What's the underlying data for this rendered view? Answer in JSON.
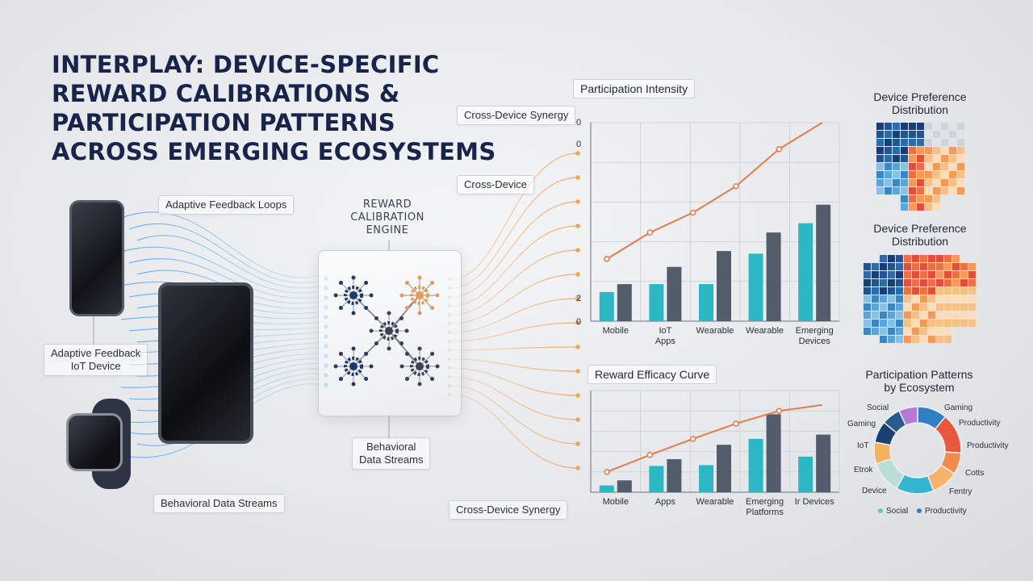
{
  "title": {
    "lines": [
      "INTERPLAY: DEVICE-SPECIFIC",
      "REWARD CALIBRATIONS &",
      "PARTICIPATION PATTERNS",
      "ACROSS EMERGING ECOSYSTEMS"
    ]
  },
  "labels": {
    "adaptive_top": "Adaptive Feedback Loops",
    "adaptive_device_1": "Adaptive Feedback",
    "adaptive_device_2": "IoT Device",
    "behavioral_bottom": "Behavioral Data Streams",
    "behavioral_mid_1": "Behavioral",
    "behavioral_mid_2": "Data Streams",
    "cross_top": "Cross-Device Synergy",
    "cross_mid": "Cross-Device",
    "cross_bottom": "Cross-Device Synergy"
  },
  "engine": {
    "lines": [
      "REWARD",
      "CALIBRATION",
      "ENGINE"
    ]
  },
  "chart_data": [
    {
      "type": "bar",
      "title": "Participation Intensity",
      "categories": [
        [
          "Mobile"
        ],
        [
          "IoT",
          "Apps"
        ],
        [
          "Wearable"
        ],
        [
          "Wearable"
        ],
        [
          "Emerging",
          "Devices"
        ]
      ],
      "y_tick_labels": [
        "0",
        "0",
        "2",
        "0"
      ],
      "series": [
        {
          "values": [
            22,
            28,
            28,
            51,
            74
          ]
        },
        {
          "values": [
            28,
            41,
            53,
            67,
            88
          ]
        }
      ],
      "line": [
        47,
        67,
        82,
        102,
        130,
        150
      ],
      "ylim": [
        0,
        150
      ],
      "colors": {
        "teal": "#2bb8c4",
        "slate": "#525c6b",
        "line": "#e87a48"
      }
    },
    {
      "type": "bar",
      "title": "Reward Efficacy Curve",
      "categories": [
        [
          "Mobile"
        ],
        [
          "Apps"
        ],
        [
          "Wearable"
        ],
        [
          "Emerging",
          "Platforms"
        ],
        [
          "Ir Devices"
        ]
      ],
      "series": [
        {
          "values": [
            8,
            31,
            32,
            63,
            42
          ]
        },
        {
          "values": [
            14,
            39,
            56,
            92,
            68
          ]
        }
      ],
      "line": [
        24,
        44,
        63,
        81,
        96,
        103
      ],
      "ylim": [
        0,
        120
      ],
      "colors": {
        "teal": "#2bb8c4",
        "slate": "#525c6b",
        "line": "#e87a48"
      }
    },
    {
      "type": "heatmap",
      "title": [
        "Device Preference",
        "Distribution"
      ]
    },
    {
      "type": "heatmap",
      "title": [
        "Device Preference",
        "Distribution"
      ]
    },
    {
      "type": "pie",
      "title": [
        "Participation Patterns",
        "by Ecosystem"
      ],
      "slices": [
        {
          "label": "Social",
          "value": 11,
          "color": "#2f7fc4"
        },
        {
          "label": "Gaming",
          "value": 15,
          "color": "#e8573e"
        },
        {
          "label": "Productivity",
          "value": 8,
          "color": "#f28b4e"
        },
        {
          "label": "Productivity",
          "value": 10,
          "color": "#f7b26b"
        },
        {
          "label": "Cotts",
          "value": 14,
          "color": "#35b6cf"
        },
        {
          "label": "Fentry",
          "value": 12,
          "color": "#b8ded7"
        },
        {
          "label": "Device",
          "value": 8,
          "color": "#f3b25d"
        },
        {
          "label": "Etrok",
          "value": 8,
          "color": "#1a3f72"
        },
        {
          "label": "IoT",
          "value": 7,
          "color": "#2b5a8e"
        },
        {
          "label": "Gaming",
          "value": 7,
          "color": "#b47ad6"
        }
      ],
      "legend": [
        {
          "label": "Social",
          "color": "#5cc8cc"
        },
        {
          "label": "Productivity",
          "color": "#2f7fc4"
        }
      ]
    }
  ]
}
